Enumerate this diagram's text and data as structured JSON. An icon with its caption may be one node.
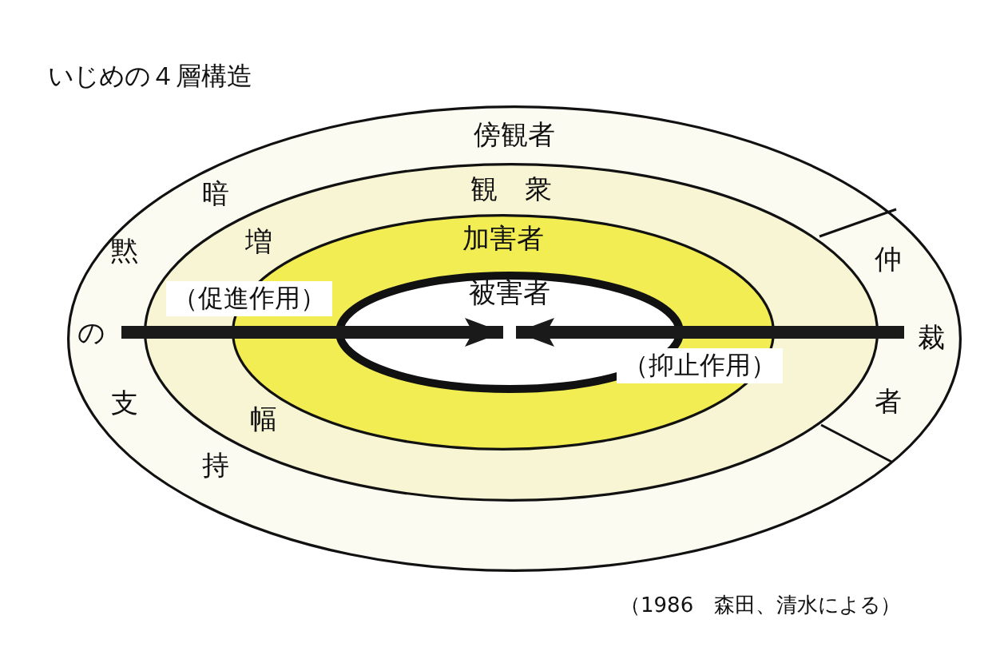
{
  "diagram": {
    "title": "いじめの４層構造",
    "caption": "（1986　森田、清水による）",
    "nodes": [
      {
        "text": [
          "傍観者"
        ]
      },
      {
        "text": [
          "観　衆"
        ],
        "in": 0
      },
      {
        "text": [
          "加害者"
        ],
        "in": 1
      },
      {
        "text": [
          "被害者"
        ],
        "in": 2
      }
    ],
    "edges": [
      {
        "from": null,
        "to": 3,
        "arrow": "to",
        "label": "（促進作用）"
      },
      {
        "from": null,
        "to": 3,
        "arrow": "to",
        "label": "（抑止作用）"
      }
    ],
    "labels": [
      "暗",
      "黙",
      "増",
      "仲",
      "の",
      "裁",
      "支",
      "幅",
      "者",
      "持"
    ]
  }
}
